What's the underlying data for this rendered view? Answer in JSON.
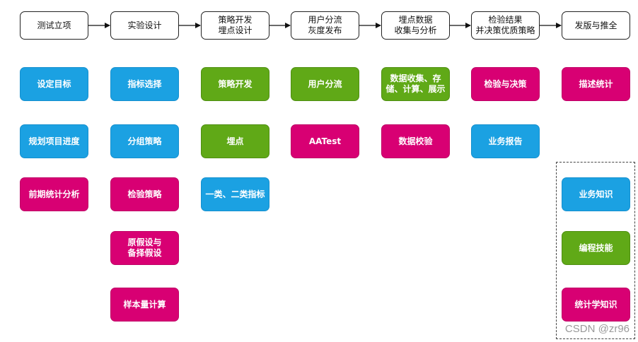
{
  "headers": [
    "测试立项",
    "实验设计",
    "策略开发\n埋点设计",
    "用户分流\n灰度发布",
    "埋点数据\n收集与分析",
    "检验结果\n并决策优质策略",
    "发版与推全"
  ],
  "columns": [
    {
      "tasks": [
        {
          "label": "设定目标",
          "color": "blue"
        },
        {
          "label": "规划项目进度",
          "color": "blue"
        },
        {
          "label": "前期统计分析",
          "color": "pink"
        }
      ]
    },
    {
      "tasks": [
        {
          "label": "指标选择",
          "color": "blue"
        },
        {
          "label": "分组策略",
          "color": "blue"
        },
        {
          "label": "检验策略",
          "color": "pink"
        },
        {
          "label": "原假设与\n备择假设",
          "color": "pink"
        },
        {
          "label": "样本量计算",
          "color": "pink"
        }
      ]
    },
    {
      "tasks": [
        {
          "label": "策略开发",
          "color": "green"
        },
        {
          "label": "埋点",
          "color": "green"
        },
        {
          "label": "一类、二类指标",
          "color": "blue"
        }
      ]
    },
    {
      "tasks": [
        {
          "label": "用户分流",
          "color": "green"
        },
        {
          "label": "AATest",
          "color": "pink"
        }
      ]
    },
    {
      "tasks": [
        {
          "label": "数据收集、存\n储、计算、展示",
          "color": "green"
        },
        {
          "label": "数据校验",
          "color": "pink"
        }
      ]
    },
    {
      "tasks": [
        {
          "label": "检验与决策",
          "color": "pink"
        },
        {
          "label": "业务报告",
          "color": "blue"
        }
      ]
    },
    {
      "tasks": [
        {
          "label": "描述统计",
          "color": "pink"
        }
      ]
    }
  ],
  "skills": [
    {
      "label": "业务知识",
      "color": "blue"
    },
    {
      "label": "编程技能",
      "color": "green"
    },
    {
      "label": "统计学知识",
      "color": "pink"
    }
  ],
  "watermark": "CSDN @zr96",
  "colors": {
    "blue": "#1ba1e2",
    "green": "#60a917",
    "pink": "#d80073",
    "header_border": "#222222"
  }
}
